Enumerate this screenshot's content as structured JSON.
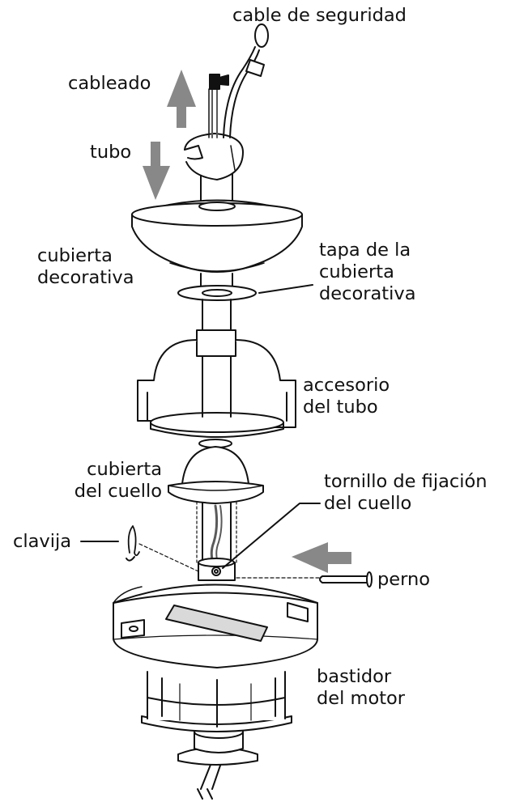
{
  "labels": {
    "cable_seguridad": "cable de seguridad",
    "cableado": "cableado",
    "tubo": "tubo",
    "cubierta_decorativa": [
      "cubierta",
      "decorativa"
    ],
    "tapa_cubierta": [
      "tapa de la",
      "cubierta",
      "decorativa"
    ],
    "accesorio_tubo": [
      "accesorio",
      "del tubo"
    ],
    "cubierta_cuello": [
      "cubierta",
      "del cuello"
    ],
    "tornillo_fijacion": [
      "tornillo de fijación",
      "del cuello"
    ],
    "clavija": "clavija",
    "perno": "perno",
    "bastidor_motor": [
      "bastidor",
      "del motor"
    ]
  },
  "colors": {
    "line": "#111111",
    "arrow": "#888888",
    "part_fill": "#ffffff",
    "shade": "#d9d9d9",
    "wire": "#5a5a5a"
  },
  "icons": [
    "arrow-up-icon",
    "arrow-down-icon",
    "arrow-left-icon"
  ]
}
